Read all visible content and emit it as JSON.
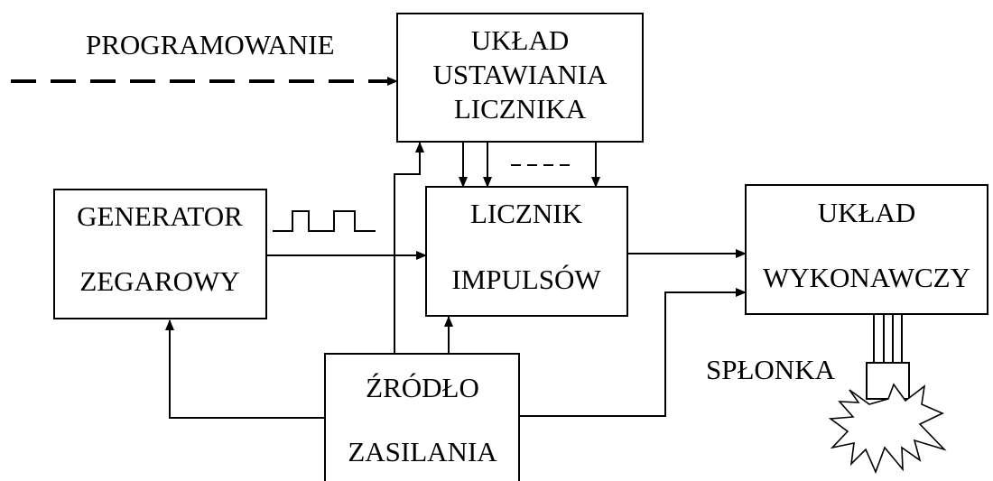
{
  "inputs": {
    "programming_label": "PROGRAMOWANIE"
  },
  "blocks": {
    "counter_setup": {
      "line1": "UKŁAD",
      "line2": "USTAWIANIA",
      "line3": "LICZNIKA"
    },
    "clock_generator": {
      "line1": "GENERATOR",
      "line2": "ZEGAROWY"
    },
    "pulse_counter": {
      "line1": "LICZNIK",
      "line2": "IMPULSÓW"
    },
    "executive_unit": {
      "line1": "UKŁAD",
      "line2": "WYKONAWCZY"
    },
    "power_supply": {
      "line1": "ŹRÓDŁO",
      "line2": "ZASILANIA"
    }
  },
  "outputs": {
    "detonator_label": "SPŁONKA"
  }
}
